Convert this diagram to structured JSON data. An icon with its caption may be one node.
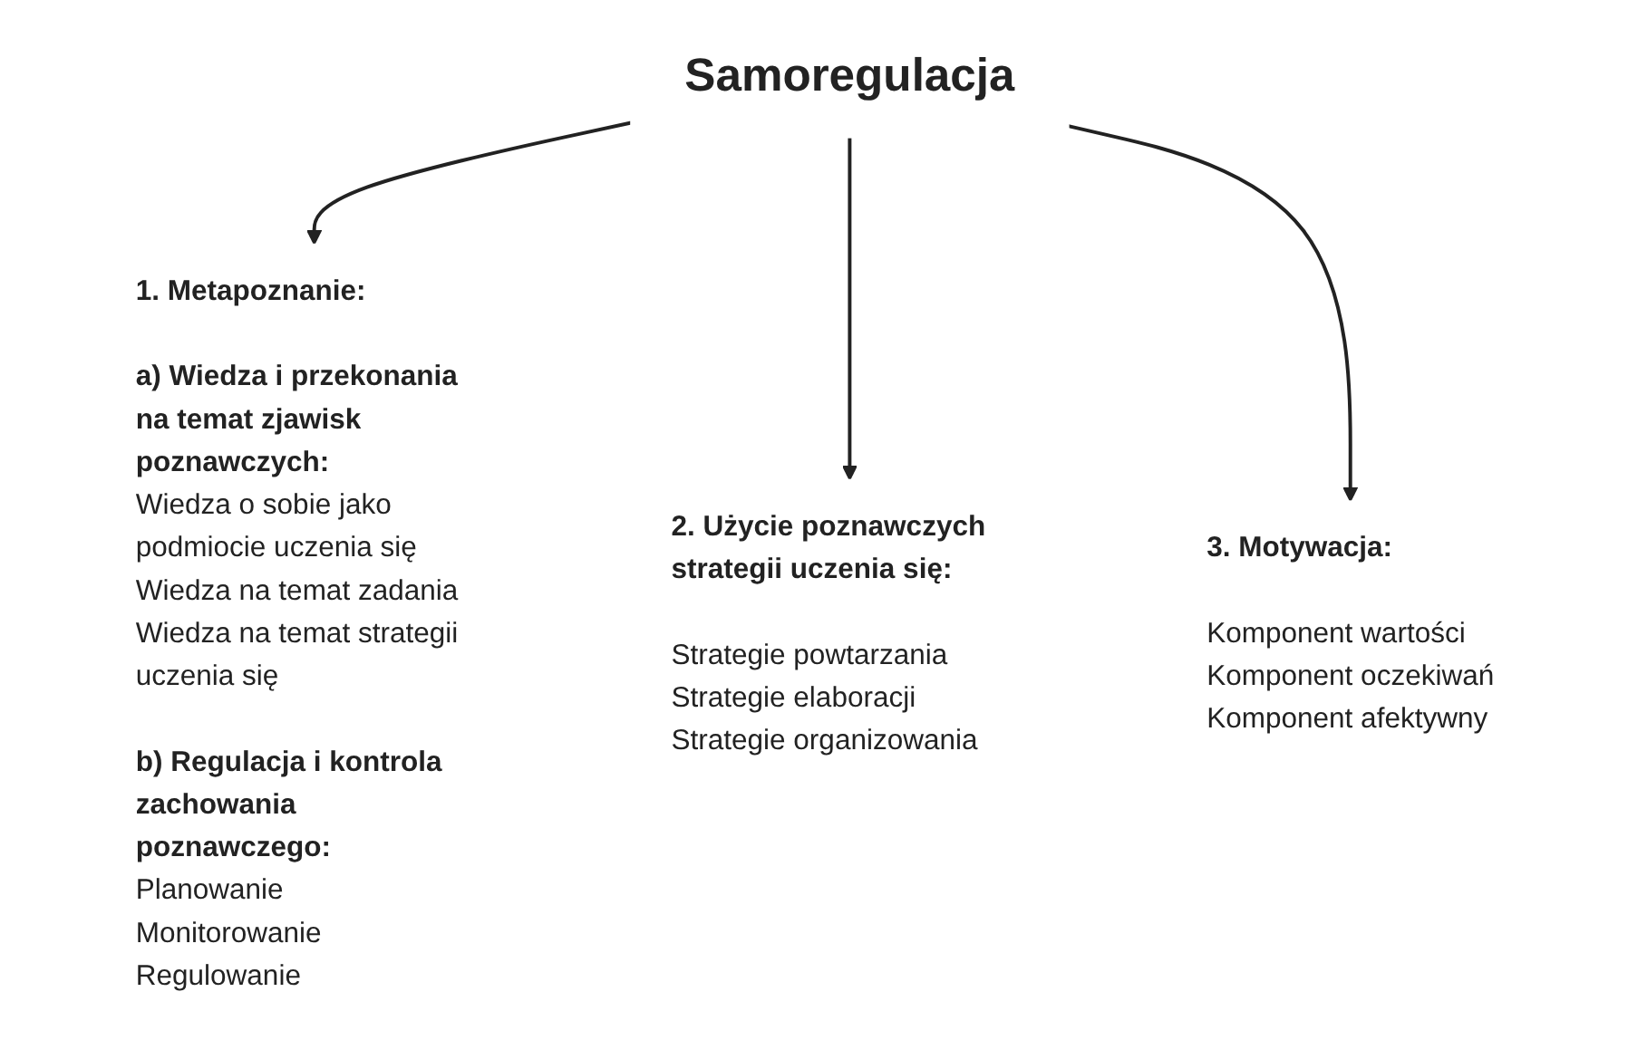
{
  "diagram": {
    "nodes": [
      {
        "text": [
          "Samoregulacja"
        ]
      },
      {
        "text": [
          "1. Metapoznanie:",
          "a) Wiedza i przekonania na temat zjawisk poznawczych:",
          "Wiedza o sobie jako podmiocie uczenia się",
          "Wiedza na temat zadania",
          "Wiedza na temat strategii uczenia się",
          "b) Regulacja i kontrola zachowania poznawczego:",
          "Planowanie",
          "Monitorowanie",
          "Regulowanie"
        ]
      },
      {
        "text": [
          "2. Użycie poznawczych strategii uczenia się:",
          "Strategie powtarzania",
          "Strategie elaboracji",
          "Strategie organizowania"
        ]
      },
      {
        "text": [
          "3. Motywacja:",
          "Komponent wartości",
          "Komponent oczekiwań",
          "Komponent afektywny"
        ]
      }
    ],
    "edges": [
      {
        "from": 0,
        "to": 1,
        "arrow": "to"
      },
      {
        "from": 0,
        "to": 2,
        "arrow": "to"
      },
      {
        "from": 0,
        "to": 3,
        "arrow": "to"
      }
    ]
  }
}
